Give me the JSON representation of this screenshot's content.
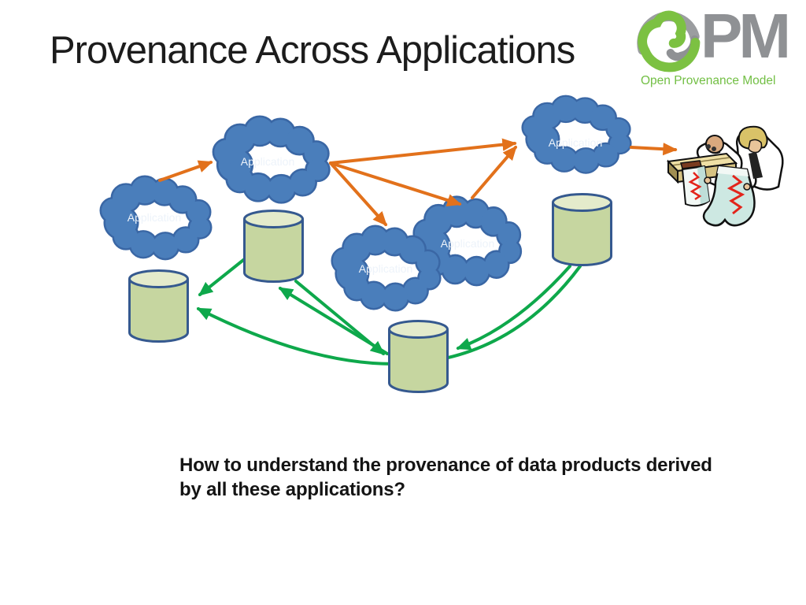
{
  "slide": {
    "title": "Provenance Across Applications",
    "question": {
      "line1": "How to understand the provenance of data products derived",
      "line2": "by all these applications?"
    }
  },
  "logo": {
    "acronym": "PM",
    "caption": "Open Provenance Model",
    "colors": {
      "green": "#72BF44",
      "gray": "#8F9194"
    }
  },
  "diagram": {
    "clouds": [
      {
        "id": "left",
        "label": "Application"
      },
      {
        "id": "top-middle",
        "label": "Application"
      },
      {
        "id": "top-right",
        "label": "Application"
      },
      {
        "id": "middle-rear",
        "label": "Application"
      },
      {
        "id": "middle-front",
        "label": "Application"
      }
    ],
    "database_count": 4,
    "icons": [
      "application-cloud-icon",
      "database-cylinder-icon",
      "scientists-clipart"
    ],
    "colors": {
      "cloud_fill": "#4A7EBB",
      "cloud_stroke": "#3A67A5",
      "cylinder_fill": "#C6D6A0",
      "cylinder_top": "#E4EBCB",
      "cylinder_stroke": "#35598F",
      "app_flow_arrow": "#E2711B",
      "provenance_arrow": "#0EA84B"
    }
  }
}
